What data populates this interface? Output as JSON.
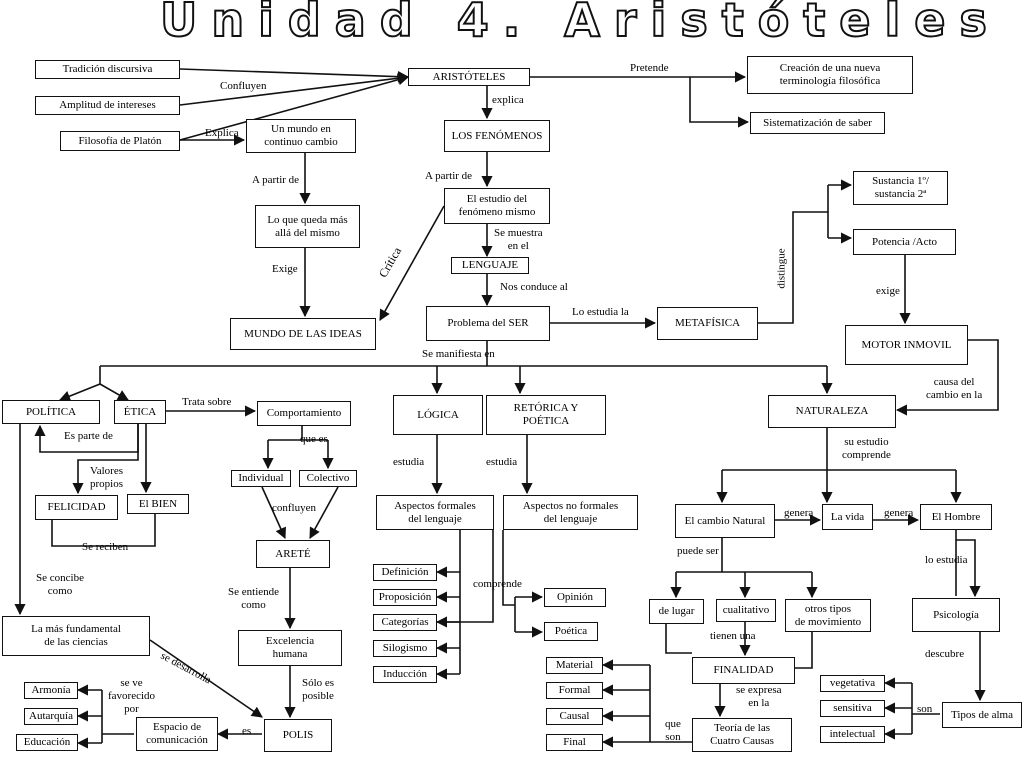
{
  "title": "Unidad 4. Aristóteles",
  "nodes": {
    "tradicion": "Tradición discursiva",
    "amplitud": "Amplitud de intereses",
    "platon": "Filosofía de Platón",
    "aristoteles": "ARISTÓTELES",
    "creacion": "Creación  de una nueva\nterminología filosófica",
    "sistematizacion": "Sistematización de saber",
    "mundo_cambio": "Un mundo en\ncontinuo cambio",
    "fenomenos": "LOS FENÓMENOS",
    "estudio_fenomeno": "El estudio del\nfenómeno mismo",
    "lo_que_queda": "Lo que queda más\nallá del mismo",
    "lenguaje": "LENGUAJE",
    "mundo_ideas": "MUNDO DE LAS IDEAS",
    "problema_ser": "Problema del SER",
    "metafisica": "METAFÍSICA",
    "sustancia": "Sustancia 1º/\nsustancia 2ª",
    "potencia": "Potencia /Acto",
    "motor": "MOTOR INMOVIL",
    "politica": "POLÍTICA",
    "etica": "ÉTICA",
    "comportamiento": "Comportamiento",
    "logica": "LÓGICA",
    "retorica": "RETÓRICA Y\nPOÉTICA",
    "naturaleza": "NATURALEZA",
    "individual": "Individual",
    "colectivo": "Colectivo",
    "felicidad": "FELICIDAD",
    "bien": "El BIEN",
    "arete": "ARETÉ",
    "formales": "Aspectos formales\ndel lenguaje",
    "no_formales": "Aspectos no formales\ndel lenguaje",
    "cambio_natural": "El cambio Natural",
    "la_vida": "La vida",
    "el_hombre": "El Hombre",
    "definicion": "Definición",
    "proposicion": "Proposición",
    "categorias": "Categorías",
    "silogismo": "Silogismo",
    "induccion": "Inducción",
    "opinion": "Opinión",
    "poetica": "Poética",
    "fundamental": "La más fundamental\nde las ciencias",
    "excelencia": "Excelencia\nhumana",
    "de_lugar": "de lugar",
    "cualitativo": "cualitativo",
    "otros_tipos": "otros tipos\nde movimiento",
    "psicologia": "Psicología",
    "finalidad": "FINALIDAD",
    "material": "Material",
    "formal": "Formal",
    "causal": "Causal",
    "final": "Final",
    "teoria": "Teoría de las\nCuatro Causas",
    "armonia": "Armonía",
    "autarquia": "Autarquía",
    "educacion": "Educación",
    "espacio": "Espacio de\ncomunicación",
    "polis": "POLIS",
    "vegetativa": "vegetativa",
    "sensitiva": "sensitiva",
    "intelectual": "intelectual",
    "tipos_alma": "Tipos de alma"
  },
  "labels": {
    "confluyen": "Confluyen",
    "pretende": "Pretende",
    "explica": "explica",
    "explica2": "Explica",
    "a_partir_de_1": "A partir de",
    "a_partir_de_2": "A partir de",
    "critica": "Crítica",
    "exige": "Exige",
    "se_muestra": "Se muestra\nen el",
    "nos_conduce": "Nos conduce al",
    "lo_estudia_la": "Lo estudia la",
    "distingue": "distingue",
    "exige2": "exige",
    "se_manifiesta": "Se manifiesta  en",
    "causa_del": "causa del\ncambio en la",
    "trata_sobre": "Trata sobre",
    "es_parte_de": "Es parte de",
    "que_es": "que es",
    "valores": "Valores\npropios",
    "se_reciben": "Se reciben",
    "confluyen2": "confluyen",
    "estudia1": "estudia",
    "estudia2": "estudia",
    "su_estudio": "su estudio\ncomprende",
    "genera1": "genera",
    "genera2": "genera",
    "puede_ser": "puede ser",
    "lo_estudia": "lo estudia",
    "se_concibe": "Se concibe\ncomo",
    "se_entiende": "Se entiende\ncomo",
    "comprende": "comprende",
    "tienen_una": "tienen una",
    "descubre": "descubre",
    "se_desarrolla": "se desarrolla",
    "solo_es": "Sólo es\nposible",
    "se_expresa": "se expresa\nen la",
    "se_ve": "se ve\nfavorecido\npor",
    "es": "es",
    "que_son": "que\nson",
    "son": "son"
  }
}
